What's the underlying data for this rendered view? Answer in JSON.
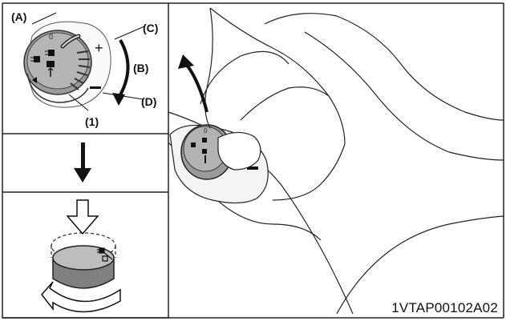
{
  "labels": {
    "a": "(A)",
    "b": "(B)",
    "c": "(C)",
    "d": "(D)",
    "one": "(1)"
  },
  "knob_marks": {
    "zero": "0",
    "plus": "+",
    "minus": "–"
  },
  "figure_code": "1VTAP00102A02"
}
